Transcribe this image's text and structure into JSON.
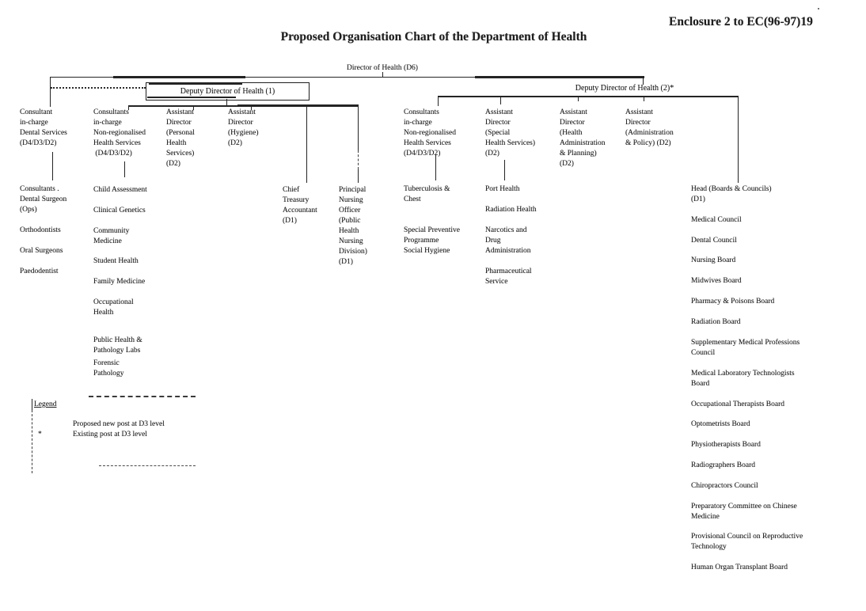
{
  "header": {
    "enclosure": "Enclosure 2 to EC(96-97)19",
    "title": "Proposed Organisation Chart of the Department of Health"
  },
  "org": {
    "director": "Director of Health (D6)",
    "deputy1": "Deputy Director of Health (1)",
    "deputy2": "Deputy Director of Health (2)*",
    "dental": {
      "title": "Consultant\nin-charge\nDental Services\n(D4/D3/D2)",
      "items": [
        "Consultants .\nDental Surgeon\n(Ops)",
        "Orthodontists",
        "Oral Surgeons",
        "Paedodentist"
      ]
    },
    "nonregionalised_1": {
      "title": "Consultants\nin-charge\nNon-regionalised\nHealth Services\n (D4/D3/D2)",
      "items": [
        "Child Assessment",
        "Clinical Genetics",
        "Community\nMedicine",
        "Student Health",
        "Family Medicine",
        "Occupational\nHealth",
        "Public Health &\nPathology Labs",
        "Forensic\nPathology"
      ]
    },
    "personal_health": {
      "title": "Assistant\nDirector\n(Personal\nHealth\nServices)\n(D2)"
    },
    "hygiene": {
      "title": "Assistant\nDirector\n(Hygiene)\n(D2)"
    },
    "treasury": {
      "title": "Chief\nTreasury\nAccountant\n(D1)"
    },
    "nursing": {
      "title": "Principal\nNursing\nOfficer\n(Public\nHealth\nNursing\nDivision)\n(D1)"
    },
    "nonregionalised_2": {
      "title": "Consultants\nin-charge\nNon-regionalised\nHealth Services\n(D4/D3/D2)",
      "items": [
        "Tuberculosis &\nChest",
        "Special Preventive\nProgramme",
        "Social Hygiene"
      ]
    },
    "special_health": {
      "title": "Assistant\nDirector\n(Special\nHealth Services)\n(D2)",
      "items": [
        "Port Health",
        "Radiation Health",
        "Narcotics and\nDrug\nAdministration",
        "Pharmaceutical\nService"
      ]
    },
    "health_admin_planning": {
      "title": "Assistant\nDirector\n(Health\nAdministration\n& Planning)\n(D2)"
    },
    "admin_policy": {
      "title": "Assistant\nDirector\n(Administration\n& Policy) (D2)"
    },
    "boards": {
      "title": "Head (Boards & Councils)\n(D1)",
      "items": [
        "Medical Council",
        "Dental Council",
        "Nursing Board",
        "Midwives Board",
        "Pharmacy & Poisons Board",
        "Radiation Board",
        "Supplementary Medical Professions\nCouncil",
        "Medical Laboratory Technologists\nBoard",
        "Occupational Therapists Board",
        "Optometrists Board",
        "Physiotherapists Board",
        "Radiographers Board",
        "Chiropractors Council",
        "Preparatory Committee on Chinese\nMedicine",
        "Provisional Council on Reproductive\nTechnology",
        "Human Organ Transplant Board"
      ]
    }
  },
  "legend": {
    "heading": "Legend",
    "proposed_label": "Proposed new post at D3 level",
    "existing_symbol": "*",
    "existing_label": "Existing post at D3 level"
  }
}
